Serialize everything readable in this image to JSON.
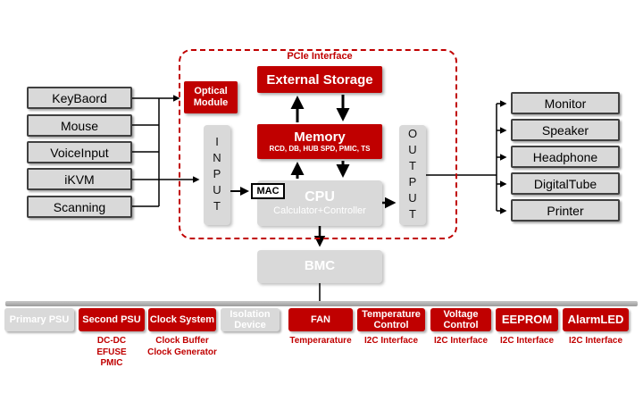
{
  "colors": {
    "red": "#c00000",
    "gray": "#d9d9d9",
    "bus_gray": "#a8a8a8"
  },
  "left_devices": [
    "KeyBaord",
    "Mouse",
    "VoiceInput",
    "iKVM",
    "Scanning"
  ],
  "right_devices": [
    "Monitor",
    "Speaker",
    "Headphone",
    "DigitalTube",
    "Printer"
  ],
  "core": {
    "pcie_label": "PCIe Interface",
    "optical_module": "Optical Module",
    "external_storage": "External Storage",
    "memory_title": "Memory",
    "memory_subtitle": "RCD, DB, HUB SPD, PMIC, TS",
    "input_label": "INPUT",
    "mac_label": "MAC",
    "cpu_title": "CPU",
    "cpu_subtitle": "Calculator+Controller",
    "output_label": "OUTPUT",
    "bmc_label": "BMC"
  },
  "bottom_modules": [
    {
      "label": "Primary PSU",
      "sub": ""
    },
    {
      "label": "Second PSU",
      "sub": "DC-DC\nEFUSE\nPMIC"
    },
    {
      "label": "Clock System",
      "sub": "Clock Buffer\nClock Generator"
    },
    {
      "label": "Isolation\nDevice",
      "sub": ""
    },
    {
      "label": "FAN",
      "sub": "Temperarature"
    },
    {
      "label": "Temperature\nControl",
      "sub": "I2C Interface"
    },
    {
      "label": "Voltage\nControl",
      "sub": "I2C Interface"
    },
    {
      "label": "EEPROM",
      "sub": "I2C Interface"
    },
    {
      "label": "AlarmLED",
      "sub": "I2C Interface"
    }
  ]
}
